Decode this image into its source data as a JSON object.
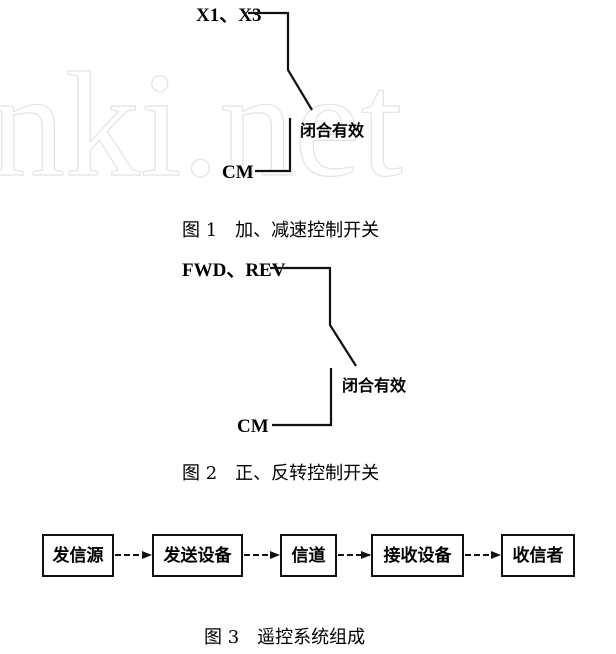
{
  "watermark": "nki.net",
  "figure1": {
    "input_label": "X1、X3",
    "common_label": "CM",
    "note": "闭合有效",
    "caption": "图 1　加、减速控制开关"
  },
  "figure2": {
    "input_label": "FWD、REV",
    "common_label": "CM",
    "note": "闭合有效",
    "caption": "图 2　正、反转控制开关"
  },
  "figure3": {
    "blocks": [
      "发信源",
      "发送设备",
      "信道",
      "接收设备",
      "收信者"
    ],
    "caption": "图 3　遥控系统组成"
  }
}
